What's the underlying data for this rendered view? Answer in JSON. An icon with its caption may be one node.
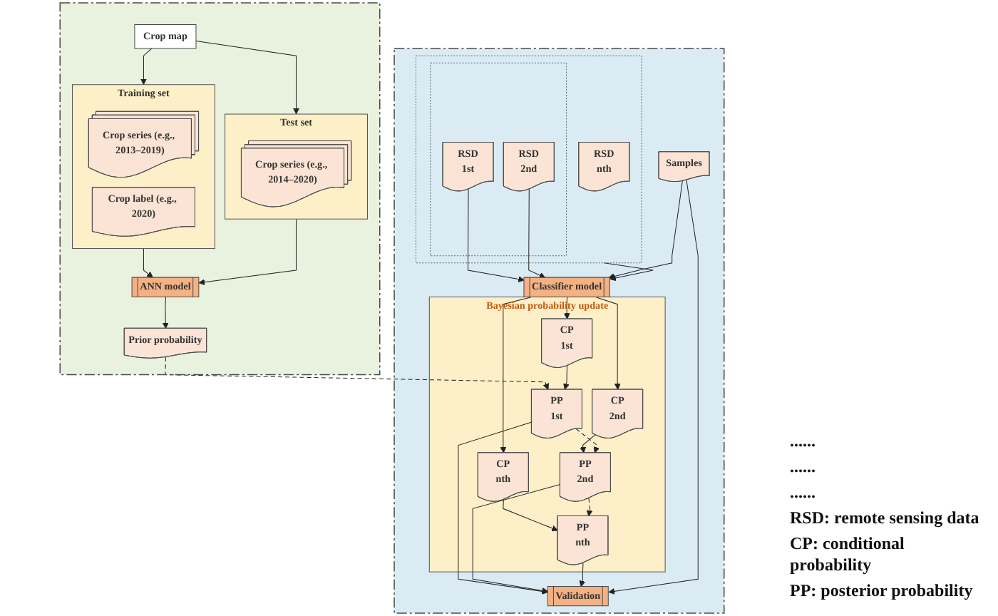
{
  "diagram": {
    "nodes": [
      {
        "text": [],
        "shape": "box"
      },
      {
        "text": [
          "Crop map"
        ],
        "in": 0
      },
      {
        "text": [
          "Training set"
        ],
        "in": 0
      },
      {
        "text": [
          "Crop series (e.g., 2013–2019)"
        ],
        "in": 2
      },
      {
        "text": [
          "Crop label (e.g., 2020)"
        ],
        "in": 2
      },
      {
        "text": [
          "Test set"
        ],
        "in": 0
      },
      {
        "text": [
          "Crop series (e.g., 2014–2020)"
        ],
        "in": 5
      },
      {
        "text": [
          "ANN model"
        ],
        "in": 0
      },
      {
        "text": [
          "Prior probability"
        ],
        "in": 0
      },
      {
        "text": [],
        "shape": "box"
      },
      {
        "text": [],
        "shape": "box",
        "in": 9
      },
      {
        "text": [],
        "shape": "box",
        "in": 10
      },
      {
        "text": [
          "RSD",
          "1st"
        ],
        "in": 11
      },
      {
        "text": [
          "RSD",
          "2nd"
        ],
        "in": 11
      },
      {
        "text": [
          "RSD",
          "nth"
        ],
        "in": 10
      },
      {
        "text": [
          "Samples"
        ],
        "in": 9
      },
      {
        "text": [
          "Classifier model"
        ],
        "in": 9
      },
      {
        "text": [
          "Bayesian probability update"
        ],
        "in": 9
      },
      {
        "text": [
          "CP",
          "1st"
        ],
        "in": 17
      },
      {
        "text": [
          "CP",
          "2nd"
        ],
        "in": 17
      },
      {
        "text": [
          "CP",
          "nth"
        ],
        "in": 17
      },
      {
        "text": [
          "PP",
          "1st"
        ],
        "in": 17
      },
      {
        "text": [
          "PP",
          "2nd"
        ],
        "in": 17
      },
      {
        "text": [
          "PP",
          "nth"
        ],
        "in": 17
      },
      {
        "text": [
          "Validation"
        ],
        "in": 9
      }
    ],
    "edges": [
      {
        "from": 1,
        "to": 2,
        "arrow": "to"
      },
      {
        "from": 1,
        "to": 5,
        "arrow": "to"
      },
      {
        "from": 2,
        "to": 7,
        "arrow": "to"
      },
      {
        "from": 5,
        "to": 7,
        "arrow": "to"
      },
      {
        "from": 7,
        "to": 8,
        "arrow": "to"
      },
      {
        "from": 8,
        "to": 21,
        "arrow": "to",
        "style": "dashed"
      },
      {
        "from": 10,
        "to": 16,
        "arrow": "to"
      },
      {
        "from": 12,
        "to": 16,
        "arrow": "to"
      },
      {
        "from": 13,
        "to": 16,
        "arrow": "to"
      },
      {
        "from": 15,
        "to": 16,
        "arrow": "to"
      },
      {
        "from": 16,
        "to": 18,
        "arrow": "to"
      },
      {
        "from": 16,
        "to": 19,
        "arrow": "to"
      },
      {
        "from": 16,
        "to": 20,
        "arrow": "to"
      },
      {
        "from": 18,
        "to": 21,
        "arrow": "to"
      },
      {
        "from": 19,
        "to": 22,
        "arrow": "to"
      },
      {
        "from": 20,
        "to": 23,
        "arrow": "to"
      },
      {
        "from": 21,
        "to": 22,
        "arrow": "to",
        "style": "dashed"
      },
      {
        "from": 22,
        "to": 23,
        "arrow": "to",
        "style": "dashed"
      },
      {
        "from": 21,
        "to": 24,
        "arrow": "to"
      },
      {
        "from": 22,
        "to": 24,
        "arrow": "to"
      },
      {
        "from": 23,
        "to": 24,
        "arrow": "to"
      },
      {
        "from": 15,
        "to": 24,
        "arrow": "to"
      }
    ],
    "labels": [
      "......",
      "......",
      "......",
      "RSD: remote sensing data",
      "CP: conditional probability",
      "PP: posterior probability"
    ]
  }
}
